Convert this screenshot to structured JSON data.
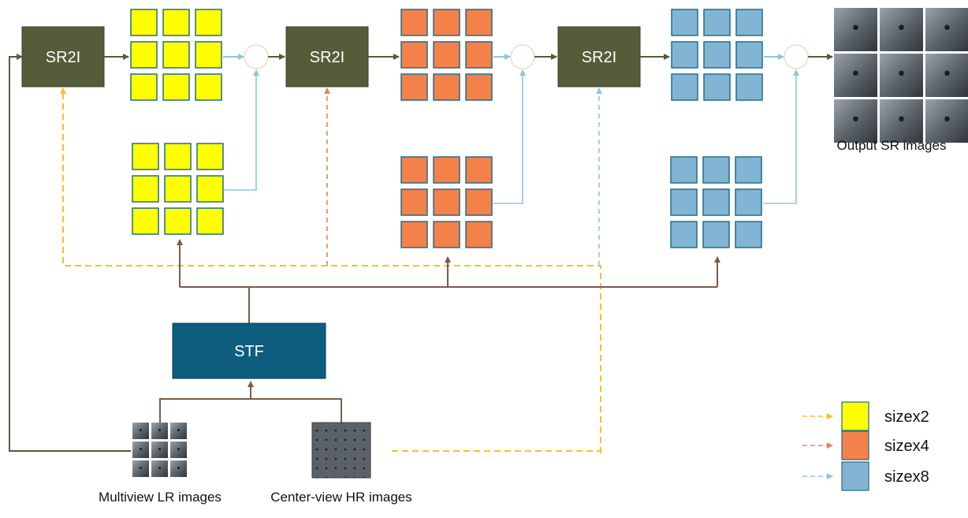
{
  "blocks": {
    "sr2i_1": "SR2I",
    "sr2i_2": "SR2I",
    "sr2i_3": "SR2I",
    "stf": "STF"
  },
  "labels": {
    "output": "Output SR images",
    "multiview": "Multiview LR images",
    "centerview": "Center-view HR images"
  },
  "legend": [
    {
      "label": "sizex2",
      "color": "#ffff00",
      "line_color": "#fbbf24"
    },
    {
      "label": "sizex4",
      "color": "#f4804a",
      "line_color": "#f4804a"
    },
    {
      "label": "sizex8",
      "color": "#82b5d4",
      "line_color": "#8ec5e6"
    }
  ],
  "colors": {
    "sr2i_fill": "#545c3a",
    "stf_fill": "#0e5c7e",
    "feedback_line": "#6b5a43",
    "main_arrow": "#545c3a",
    "tile_border": "#1f6f8b",
    "yellow": "#ffff00",
    "orange": "#f4804a",
    "blue": "#82b5d4",
    "yellow_dash": "#fbbf24",
    "orange_dash": "#f4804a",
    "blue_dash": "#8ec5e6",
    "blue_arrow": "#8ec5e6",
    "brown": "#7a5c4a"
  }
}
